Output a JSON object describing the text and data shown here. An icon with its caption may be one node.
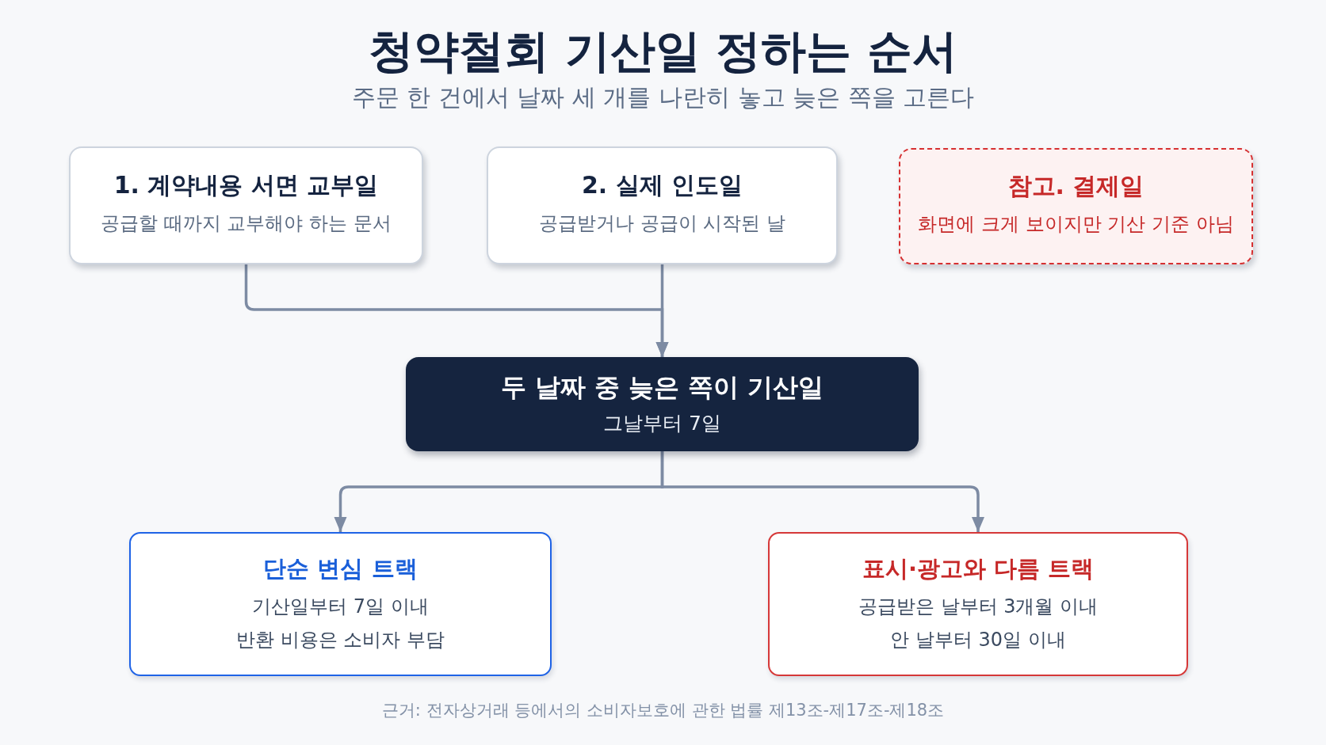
{
  "diagram": {
    "title": "청약철회 기산일 정하는 순서",
    "nodes": [
      {
        "text": [
          "1. 계약내용 서면 교부일",
          "공급할 때까지 교부해야 하는 문서"
        ]
      },
      {
        "text": [
          "2. 실제 인도일",
          "공급받거나 공급이 시작된 날"
        ]
      },
      {
        "text": [
          "참고. 결제일",
          "화면에 크게 보이지만 기산 기준 아님"
        ]
      },
      {
        "text": [
          "두 날짜 중 늦은 쪽이 기산일",
          "그날부터 7일"
        ]
      },
      {
        "text": [
          "단순 변심 트랙",
          "기산일부터 7일 이내",
          "반환 비용은 소비자 부담"
        ]
      },
      {
        "text": [
          "표시·광고와 다름 트랙",
          "공급받은 날부터 3개월 이내",
          "안 날부터 30일 이내"
        ]
      }
    ],
    "edges": [
      {
        "from": 0,
        "to": 3,
        "arrow": "to"
      },
      {
        "from": 1,
        "to": 3,
        "arrow": "to"
      },
      {
        "from": 3,
        "to": 4,
        "arrow": "to"
      },
      {
        "from": 3,
        "to": 5,
        "arrow": "to"
      }
    ],
    "labels": [
      "주문 한 건에서 날짜 세 개를 나란히 놓고 늦은 쪽을 고른다",
      "근거: 전자상거래 등에서의 소비자보호에 관한 법률 제13조-제17조-제18조"
    ]
  }
}
